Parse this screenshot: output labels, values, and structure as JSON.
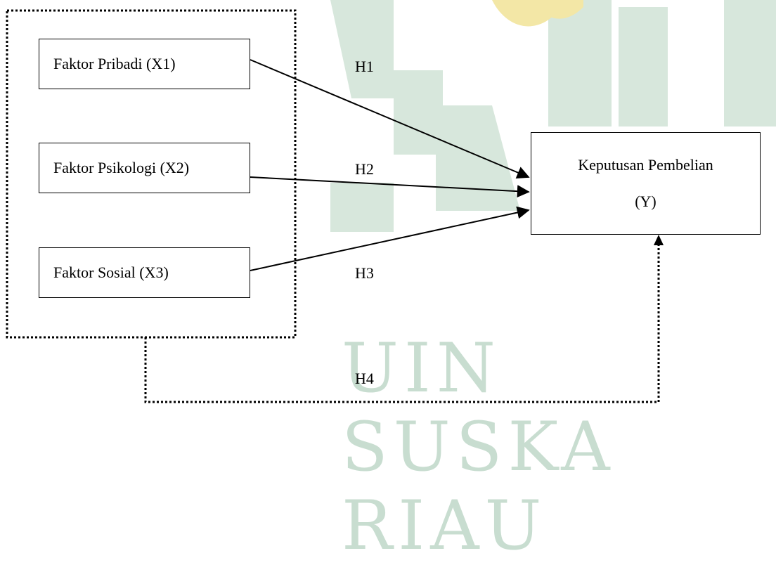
{
  "boxes": {
    "x1": "Faktor Pribadi (X1)",
    "x2": "Faktor Psikologi (X2)",
    "x3": "Faktor Sosial (X3)",
    "y_line1": "Keputusan Pembelian",
    "y_line2": "(Y)"
  },
  "hypotheses": {
    "h1": "H1",
    "h2": "H2",
    "h3": "H3",
    "h4": "H4"
  },
  "watermark": {
    "text": "UIN SUSKA RIAU",
    "color": "#c8ddd0",
    "accent": "#f3e7a6"
  },
  "colors": {
    "lines": "#000000",
    "background": "#ffffff"
  }
}
